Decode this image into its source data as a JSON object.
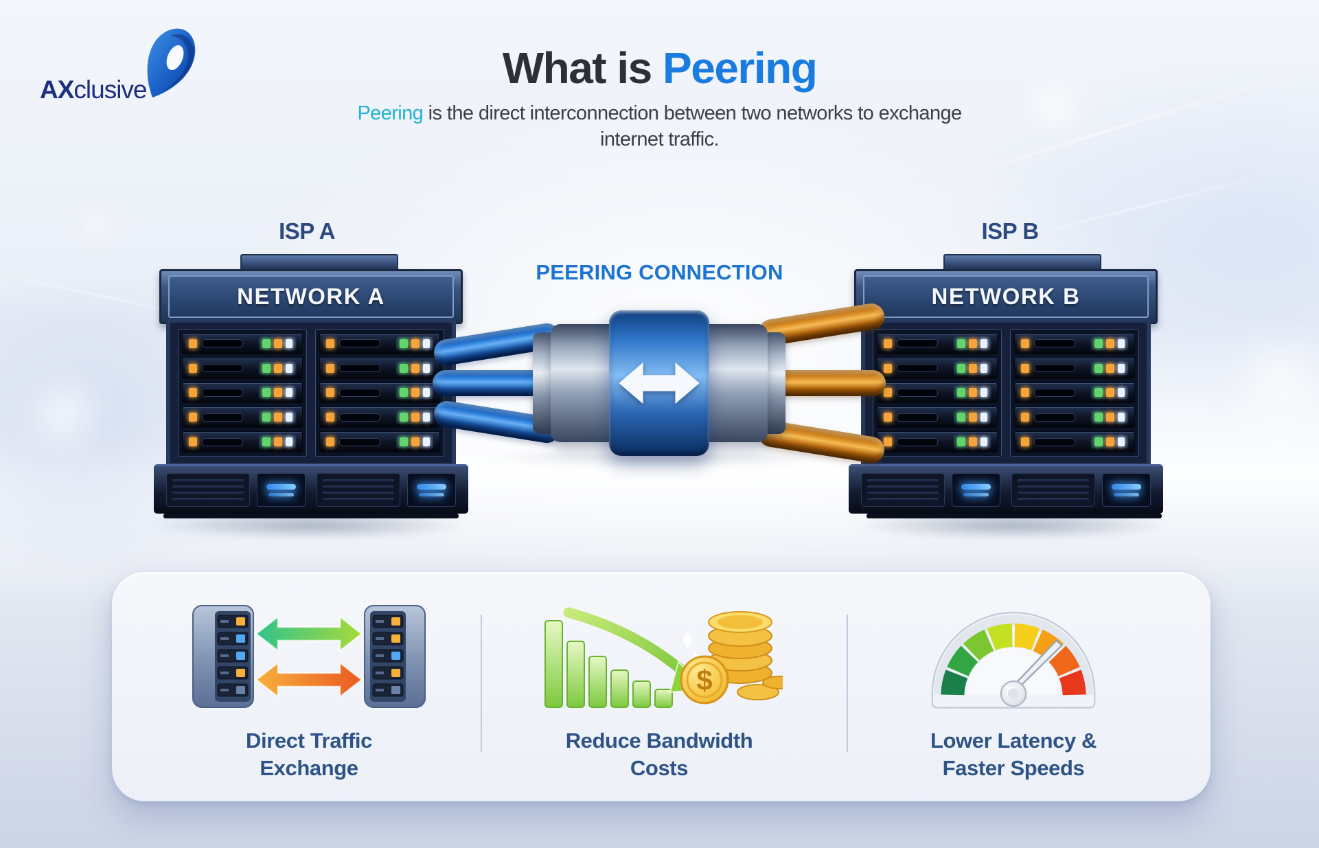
{
  "brand": {
    "name_bold": "AX",
    "name_rest": "clusive"
  },
  "title": {
    "prefix": "What is ",
    "highlight": "Peering"
  },
  "subtitle": {
    "highlight": "Peering",
    "line1_rest": " is the direct interconnection between two networks to exchange",
    "line2": "internet traffic."
  },
  "diagram": {
    "isp_a": "ISP A",
    "isp_b": "ISP B",
    "network_a": "NETWORK A",
    "network_b": "NETWORK B",
    "connection_label": "PEERING CONNECTION"
  },
  "benefits": [
    {
      "icon": "server-exchange-icon",
      "line1": "Direct Traffic",
      "line2": "Exchange"
    },
    {
      "icon": "cost-savings-icon",
      "line1": "Reduce Bandwidth",
      "line2": "Costs"
    },
    {
      "icon": "speedometer-icon",
      "line1": "Lower Latency &",
      "line2": "Faster Speeds"
    }
  ],
  "icons": {
    "coin_symbol": "$"
  },
  "colors": {
    "title_accent": "#1b7ce0",
    "subtitle_accent": "#22b3d4",
    "connection_label_color": "#1b74d1",
    "benefit_text": "#2e5486",
    "isp_text": "#2c4a80",
    "cable_a": "#2e8df0",
    "cable_b": "#f5a83c"
  }
}
